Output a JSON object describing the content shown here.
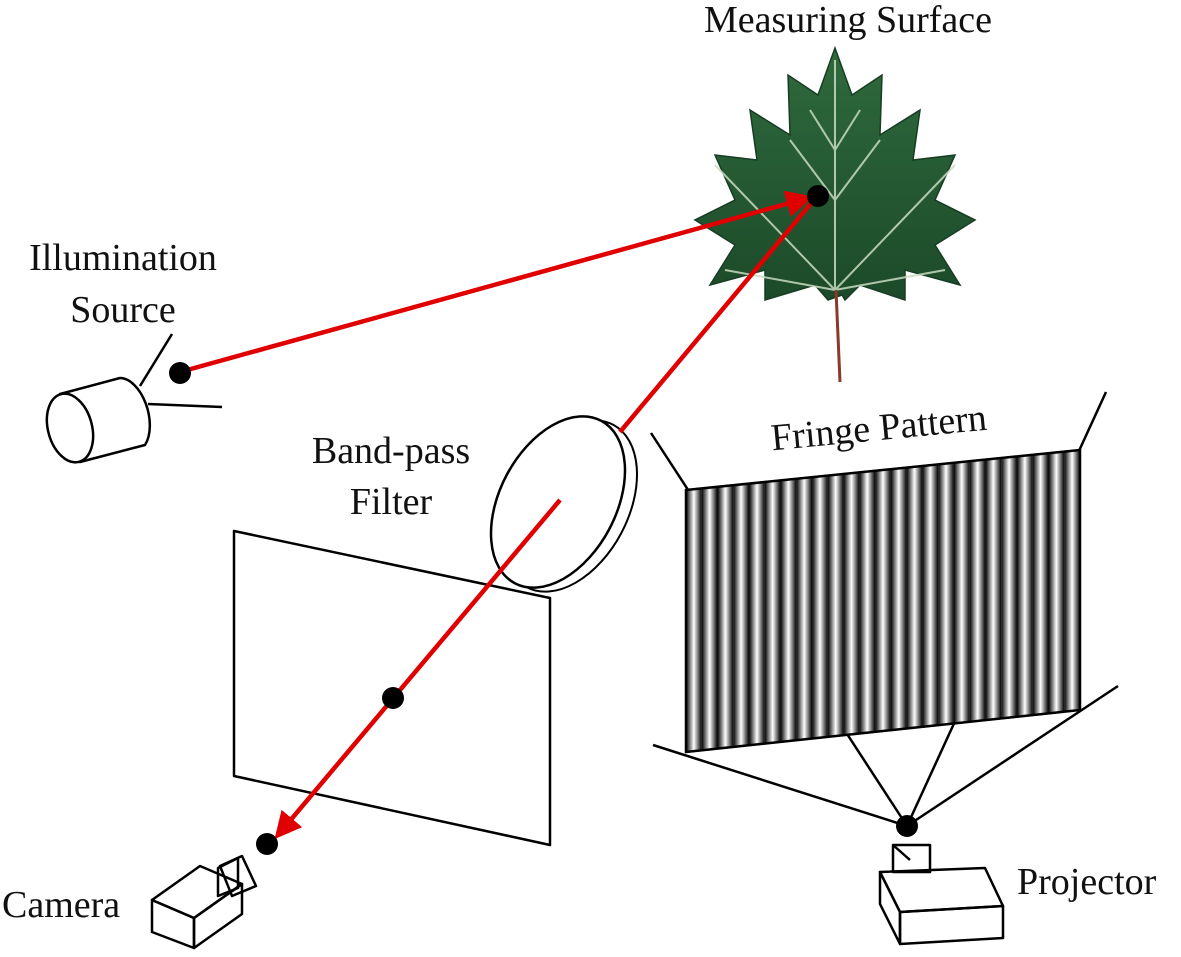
{
  "labels": {
    "measuring_surface": "Measuring Surface",
    "illumination_line1": "Illumination",
    "illumination_line2": "Source",
    "bandpass_line1": "Band-pass",
    "bandpass_line2": "Filter",
    "fringe_pattern": "Fringe Pattern",
    "camera": "Camera",
    "projector": "Projector"
  },
  "fringe": {
    "stripe_count": 25
  },
  "colors": {
    "beam": "#e00000",
    "leaf_dark": "#1f4f2e",
    "leaf_mid": "#3f8050",
    "leaf_vein": "#c9dcc0",
    "ink": "#000000"
  }
}
